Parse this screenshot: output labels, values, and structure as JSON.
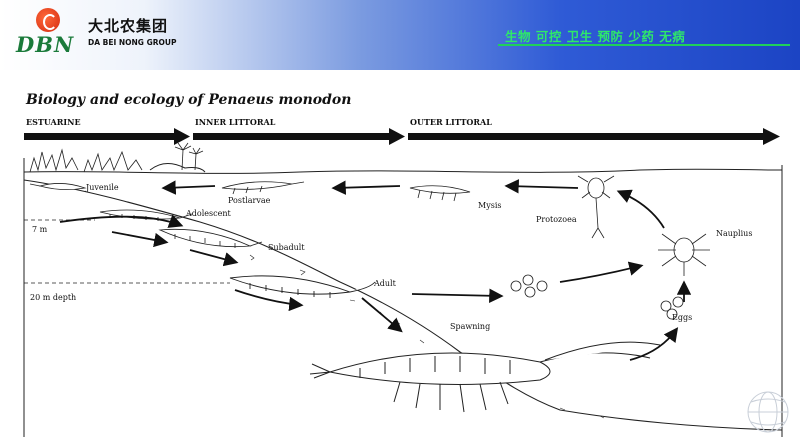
{
  "header": {
    "logo_letters": "DBN",
    "company_cn": "大北农集团",
    "company_en": "DA BEI NONG GROUP",
    "slogan": "生物 可控 卫生 预防 少药 无病"
  },
  "diagram": {
    "title": "Biology and ecology of Penaeus monodon",
    "zones": [
      "ESTUARINE",
      "INNER LITTORAL",
      "OUTER LITTORAL"
    ],
    "depth_markers": [
      "7 m",
      "20 m depth"
    ],
    "stages": {
      "juvenile": "Juvenile",
      "adolescent": "Adolescent",
      "subadult": "Subadult",
      "adult": "Adult",
      "spawning": "Spawning",
      "eggs": "Eggs",
      "nauplius": "Nauplius",
      "protozoea": "Protozoea",
      "mysis": "Mysis",
      "postlarvae": "Postlarvae"
    }
  },
  "colors": {
    "slogan": "#2ee86a",
    "banner_dark": "#1c44c4",
    "logo_green": "#1a7a3a",
    "logo_red": "#d42a10"
  }
}
